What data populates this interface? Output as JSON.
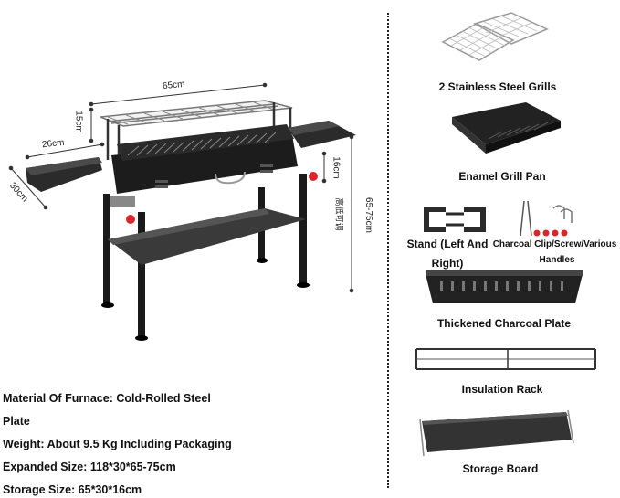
{
  "dimensions": {
    "width_65": "65cm",
    "rack_15": "15cm",
    "shelf_26": "26cm",
    "depth_30": "30cm",
    "grill_16": "16cm",
    "height_range": "65-75cm",
    "adjustable_vertical": "高低可调"
  },
  "specs": [
    "Material Of Furnace: Cold-Rolled Steel",
    "Plate",
    "Weight: About 9.5 Kg Including Packaging",
    "Expanded Size: 118*30*65-75cm",
    "Storage Size: 65*30*16cm"
  ],
  "components": {
    "grills": "2 Stainless Steel Grills",
    "pan": "Enamel Grill Pan",
    "stand_line1": "Stand (Left And",
    "stand_line2": "Right)",
    "clip_line1": "Charcoal Clip/Screw/Various",
    "clip_line2": "Handles",
    "charcoal": "Thickened Charcoal Plate",
    "insulation": "Insulation Rack",
    "storage": "Storage Board"
  },
  "colors": {
    "steel": "#1a1a1a",
    "knob": "#d9262b",
    "grid": "#9a9a9a"
  }
}
